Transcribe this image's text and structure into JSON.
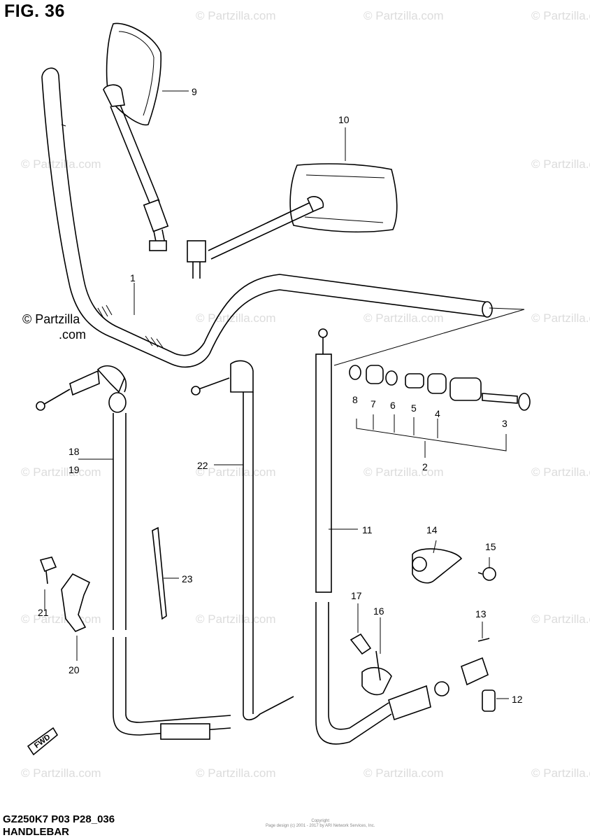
{
  "header": {
    "fig": "FIG. 36"
  },
  "footer": {
    "code": "GZ250K7 P03 P28_036",
    "name": "HANDLEBAR"
  },
  "watermark": {
    "text": "© Partzilla.com",
    "line1": "© Partzilla",
    "line2": ".com"
  },
  "copyright_lines": [
    "Copyright",
    "Page design (c) 2001 - 2017 by ARI Network Services, Inc."
  ],
  "fwd_label": "FWD",
  "callouts": {
    "c1": "1",
    "c2": "2",
    "c3": "3",
    "c4": "4",
    "c5": "5",
    "c6": "6",
    "c7": "7",
    "c8": "8",
    "c9": "9",
    "c10": "10",
    "c11": "11",
    "c12": "12",
    "c13": "13",
    "c14": "14",
    "c15": "15",
    "c16": "16",
    "c17": "17",
    "c18": "18",
    "c19": "19",
    "c20": "20",
    "c21": "21",
    "c22": "22",
    "c23": "23"
  },
  "colors": {
    "line": "#000000",
    "background": "#ffffff",
    "watermark": "#dcdcdc"
  }
}
